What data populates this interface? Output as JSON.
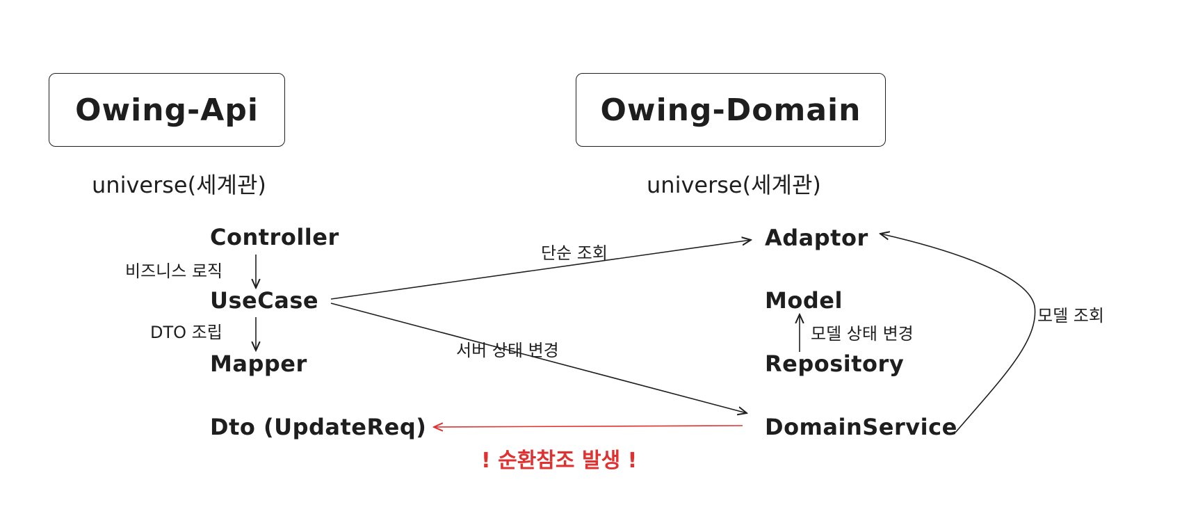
{
  "modules": {
    "api": {
      "title": "Owing-Api",
      "subtitle": "universe(세계관)",
      "components": {
        "controller": "Controller",
        "usecase": "UseCase",
        "mapper": "Mapper",
        "dto": "Dto (UpdateReq)"
      }
    },
    "domain": {
      "title": "Owing-Domain",
      "subtitle": "universe(세계관)",
      "components": {
        "adaptor": "Adaptor",
        "model": "Model",
        "repository": "Repository",
        "domain_service": "DomainService"
      }
    }
  },
  "edges": {
    "controller_to_usecase": "비즈니스 로직",
    "usecase_to_mapper": "DTO 조립",
    "usecase_to_adaptor": "단순 조회",
    "usecase_to_domain_service": "서버 상태 변경",
    "repository_to_model": "모델 상태 변경",
    "domain_service_to_adaptor": "모델 조회",
    "domain_service_to_dto": "! 순환참조 발생 !"
  },
  "colors": {
    "stroke": "#1e1e1e",
    "warning": "#e03131",
    "background": "#ffffff"
  }
}
